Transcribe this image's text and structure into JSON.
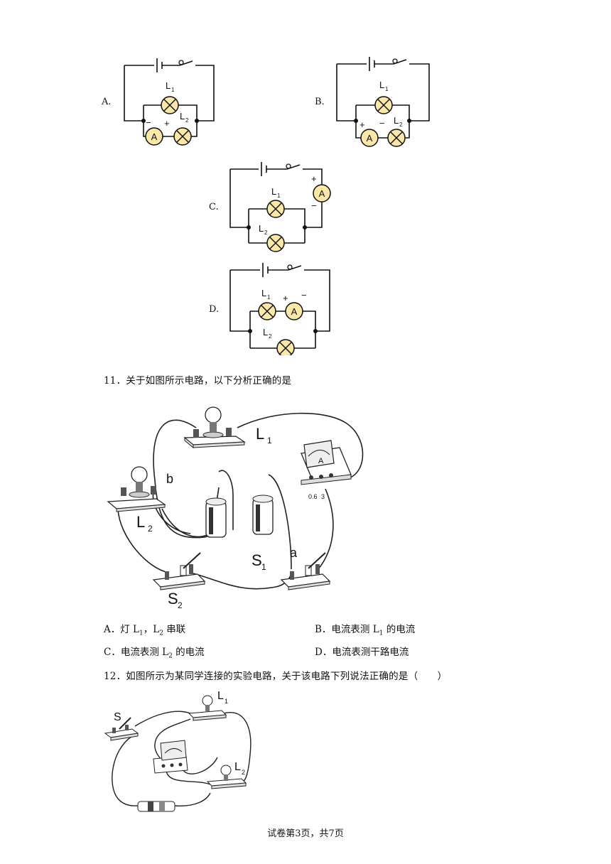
{
  "q10": {
    "options": [
      {
        "label": "A.",
        "l1": "L",
        "l1_sub": "1",
        "l2": "L",
        "l2_sub": "2",
        "meter": "A",
        "minus": "−",
        "plus": "+"
      },
      {
        "label": "B.",
        "l1": "L",
        "l1_sub": "1",
        "l2": "L",
        "l2_sub": "2",
        "meter": "A",
        "minus": "−",
        "plus": "+"
      },
      {
        "label": "C.",
        "l1": "L",
        "l1_sub": "1",
        "l2": "L",
        "l2_sub": "2",
        "meter": "A",
        "minus": "−",
        "plus": "+"
      },
      {
        "label": "D.",
        "l1": "L",
        "l1_sub": "1",
        "l2": "L",
        "l2_sub": "2",
        "meter": "A",
        "minus": "−",
        "plus": "+"
      }
    ]
  },
  "q11": {
    "stem": "11．关于如图所示电路，以下分析正确的是",
    "figure": {
      "L1": "L",
      "L1_sub": "1",
      "L2": "L",
      "L2_sub": "2",
      "S1": "S",
      "S1_sub": "1",
      "S2": "S",
      "S2_sub": "2",
      "a": "a",
      "b": "b",
      "meter": "A",
      "scale_06": "0.6",
      "scale_3": "3"
    },
    "choices": {
      "A_prefix": "A．灯 L",
      "A_sub1": "1",
      "A_mid": "，L",
      "A_sub2": "2",
      "A_suffix": " 串联",
      "B_prefix": "B．电流表测 L",
      "B_sub": "1",
      "B_suffix": " 的电流",
      "C_prefix": "C．电流表测 L",
      "C_sub": "2",
      "C_suffix": " 的电流",
      "D_text": "D．电流表测干路电流"
    }
  },
  "q12": {
    "stem": "12．如图所示为某同学连接的实验电路，关于该电路下列说法正确的是（　　）",
    "figure": {
      "S": "S",
      "L1": "L",
      "L1_sub": "1",
      "L2": "L",
      "L2_sub": "2"
    }
  },
  "footer": "试卷第3页，共7页"
}
